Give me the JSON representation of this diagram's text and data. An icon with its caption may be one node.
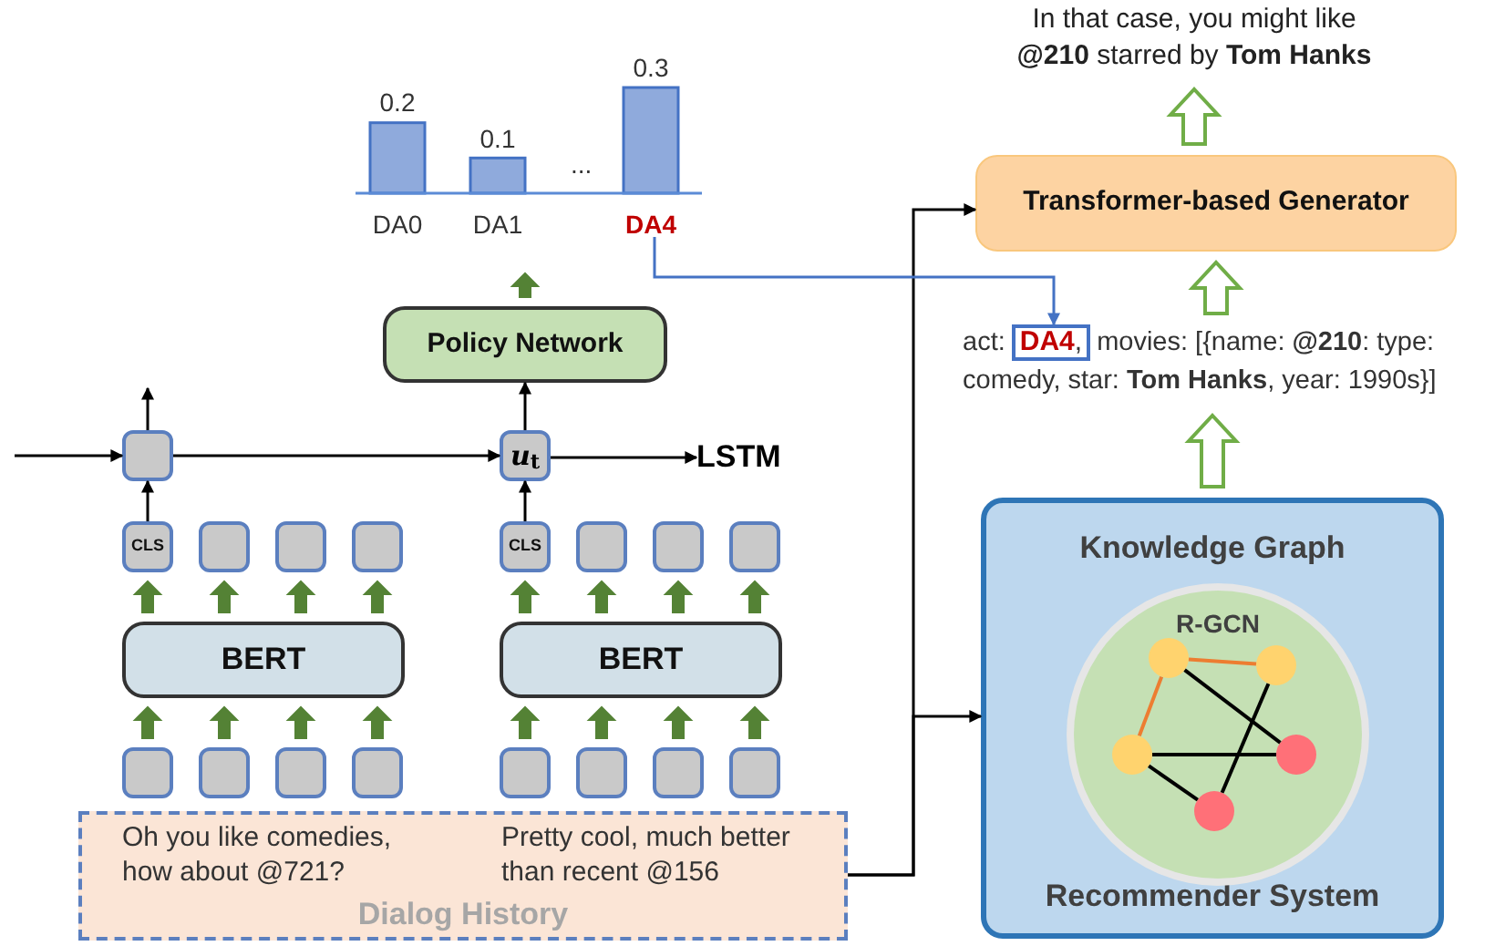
{
  "diagram": {
    "nodes": [
      {
        "text": [
          "Policy Network"
        ]
      },
      {
        "text": [],
        "shape": "box"
      },
      {
        "text": [
          "*u*$_{t}$"
        ]
      },
      {
        "text": [
          "LSTM"
        ]
      },
      {
        "text": [
          "CLS"
        ]
      },
      {
        "text": [],
        "shape": "box"
      },
      {
        "text": [],
        "shape": "box"
      },
      {
        "text": [],
        "shape": "box"
      },
      {
        "text": [
          "BERT"
        ]
      },
      {
        "text": [],
        "shape": "box"
      },
      {
        "text": [],
        "shape": "box"
      },
      {
        "text": [],
        "shape": "box"
      },
      {
        "text": [],
        "shape": "box"
      },
      {
        "text": [
          "CLS"
        ]
      },
      {
        "text": [],
        "shape": "box"
      },
      {
        "text": [],
        "shape": "box"
      },
      {
        "text": [],
        "shape": "box"
      },
      {
        "text": [
          "BERT"
        ]
      },
      {
        "text": [],
        "shape": "box"
      },
      {
        "text": [],
        "shape": "box"
      },
      {
        "text": [],
        "shape": "box"
      },
      {
        "text": [],
        "shape": "box"
      },
      {
        "text": [
          "Oh you like comedies, how about @721?",
          "Pretty cool, much better than recent @156",
          "Dialog History"
        ]
      },
      {
        "text": [
          "Transformer-based Generator"
        ]
      },
      {
        "text": [
          "In that case, you might like **@210** starred by **Tom Hanks**"
        ]
      },
      {
        "text": [
          "act:",
          "movies: [{name: **@210**: type: comedy, star: **Tom Hanks**, year: 1990s}]"
        ]
      },
      {
        "text": [
          "**DA4**,"
        ],
        "in": 25
      },
      {
        "text": [
          "Knowledge Graph",
          "Recommender System"
        ]
      },
      {
        "text": [
          "R-GCN"
        ],
        "in": 27
      },
      {
        "text": [],
        "shape": "circle",
        "in": 28
      },
      {
        "text": [],
        "shape": "circle",
        "in": 28
      },
      {
        "text": [],
        "shape": "circle",
        "in": 28
      },
      {
        "text": [],
        "shape": "circle",
        "in": 28
      },
      {
        "text": [],
        "shape": "circle",
        "in": 28
      }
    ],
    "edges": [
      {
        "from": null,
        "to": 1,
        "arrow": "to"
      },
      {
        "from": 1,
        "to": 2,
        "arrow": "to"
      },
      {
        "from": 2,
        "to": 3,
        "arrow": "to"
      },
      {
        "from": 1,
        "to": null,
        "arrow": "to"
      },
      {
        "from": 2,
        "to": 0,
        "arrow": "to"
      },
      {
        "from": 4,
        "to": 1,
        "arrow": "to"
      },
      {
        "from": 13,
        "to": 2,
        "arrow": "to"
      },
      {
        "from": 9,
        "to": 8,
        "arrow": "to",
        "style": "thick",
        "color": "#548235"
      },
      {
        "from": 10,
        "to": 8,
        "arrow": "to",
        "style": "thick",
        "color": "#548235"
      },
      {
        "from": 11,
        "to": 8,
        "arrow": "to",
        "style": "thick",
        "color": "#548235"
      },
      {
        "from": 12,
        "to": 8,
        "arrow": "to",
        "style": "thick",
        "color": "#548235"
      },
      {
        "from": 8,
        "to": 4,
        "arrow": "to",
        "style": "thick",
        "color": "#548235"
      },
      {
        "from": 8,
        "to": 5,
        "arrow": "to",
        "style": "thick",
        "color": "#548235"
      },
      {
        "from": 8,
        "to": 6,
        "arrow": "to",
        "style": "thick",
        "color": "#548235"
      },
      {
        "from": 8,
        "to": 7,
        "arrow": "to",
        "style": "thick",
        "color": "#548235"
      },
      {
        "from": 18,
        "to": 17,
        "arrow": "to",
        "style": "thick",
        "color": "#548235"
      },
      {
        "from": 19,
        "to": 17,
        "arrow": "to",
        "style": "thick",
        "color": "#548235"
      },
      {
        "from": 20,
        "to": 17,
        "arrow": "to",
        "style": "thick",
        "color": "#548235"
      },
      {
        "from": 21,
        "to": 17,
        "arrow": "to",
        "style": "thick",
        "color": "#548235"
      },
      {
        "from": 17,
        "to": 13,
        "arrow": "to",
        "style": "thick",
        "color": "#548235"
      },
      {
        "from": 17,
        "to": 14,
        "arrow": "to",
        "style": "thick",
        "color": "#548235"
      },
      {
        "from": 17,
        "to": 15,
        "arrow": "to",
        "style": "thick",
        "color": "#548235"
      },
      {
        "from": 17,
        "to": 16,
        "arrow": "to",
        "style": "thick",
        "color": "#548235"
      },
      {
        "from": 0,
        "to": null,
        "arrow": "to",
        "style": "thick",
        "color": "#548235"
      },
      {
        "from": 22,
        "to": 23,
        "arrow": "to"
      },
      {
        "from": 22,
        "to": 27,
        "arrow": "to"
      },
      {
        "from": null,
        "to": 26,
        "arrow": "to",
        "color": "#4472c4"
      },
      {
        "from": 27,
        "to": 25,
        "arrow": "to",
        "style": "thick",
        "color": "#70ad47"
      },
      {
        "from": 25,
        "to": 23,
        "arrow": "to",
        "style": "thick",
        "color": "#70ad47"
      },
      {
        "from": 23,
        "to": 24,
        "arrow": "to",
        "style": "thick",
        "color": "#70ad47"
      },
      {
        "from": 29,
        "to": 30,
        "arrow": "none",
        "color": "#ed7d31"
      },
      {
        "from": 29,
        "to": 31,
        "arrow": "none",
        "color": "#ed7d31"
      },
      {
        "from": 29,
        "to": 32,
        "arrow": "none"
      },
      {
        "from": 30,
        "to": 33,
        "arrow": "none"
      },
      {
        "from": 31,
        "to": 32,
        "arrow": "none"
      },
      {
        "from": 31,
        "to": 33,
        "arrow": "none"
      }
    ],
    "labels": [
      "..."
    ],
    "chart_data": {
      "type": "bar",
      "categories": [
        "DA0",
        "DA1",
        "DA4"
      ],
      "values": [
        0.2,
        0.1,
        0.3
      ],
      "data_labels": true
    }
  }
}
